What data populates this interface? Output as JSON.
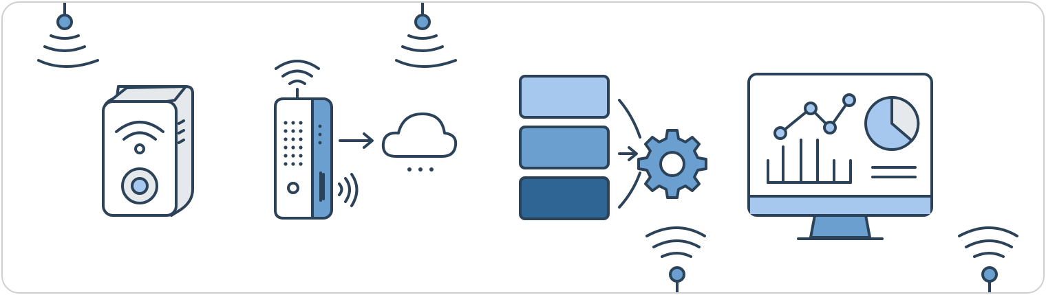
{
  "diagram": {
    "type": "iot-data-pipeline",
    "stages": [
      {
        "id": "sensor",
        "icon": "smart-sensor-device-icon"
      },
      {
        "id": "gateway",
        "icon": "wifi-gateway-router-icon"
      },
      {
        "id": "cloud",
        "icon": "cloud-icon"
      },
      {
        "id": "storage",
        "icon": "database-stack-icon"
      },
      {
        "id": "processing",
        "icon": "gear-processing-icon"
      },
      {
        "id": "dashboard",
        "icon": "analytics-monitor-icon"
      }
    ],
    "connectors": [
      "gateway-to-cloud-arrow",
      "storage-to-processing-arrow"
    ],
    "decorations": [
      "wireless-signal-icon",
      "wireless-signal-icon",
      "wireless-signal-icon",
      "wireless-signal-icon"
    ]
  },
  "colors": {
    "outline": "#2b4258",
    "light_blue": "#a7c8ee",
    "mid_blue": "#6a9fcf",
    "dark_blue": "#2f6595",
    "panel_gray": "#e6e9ec",
    "border": "#cfcfcf"
  }
}
